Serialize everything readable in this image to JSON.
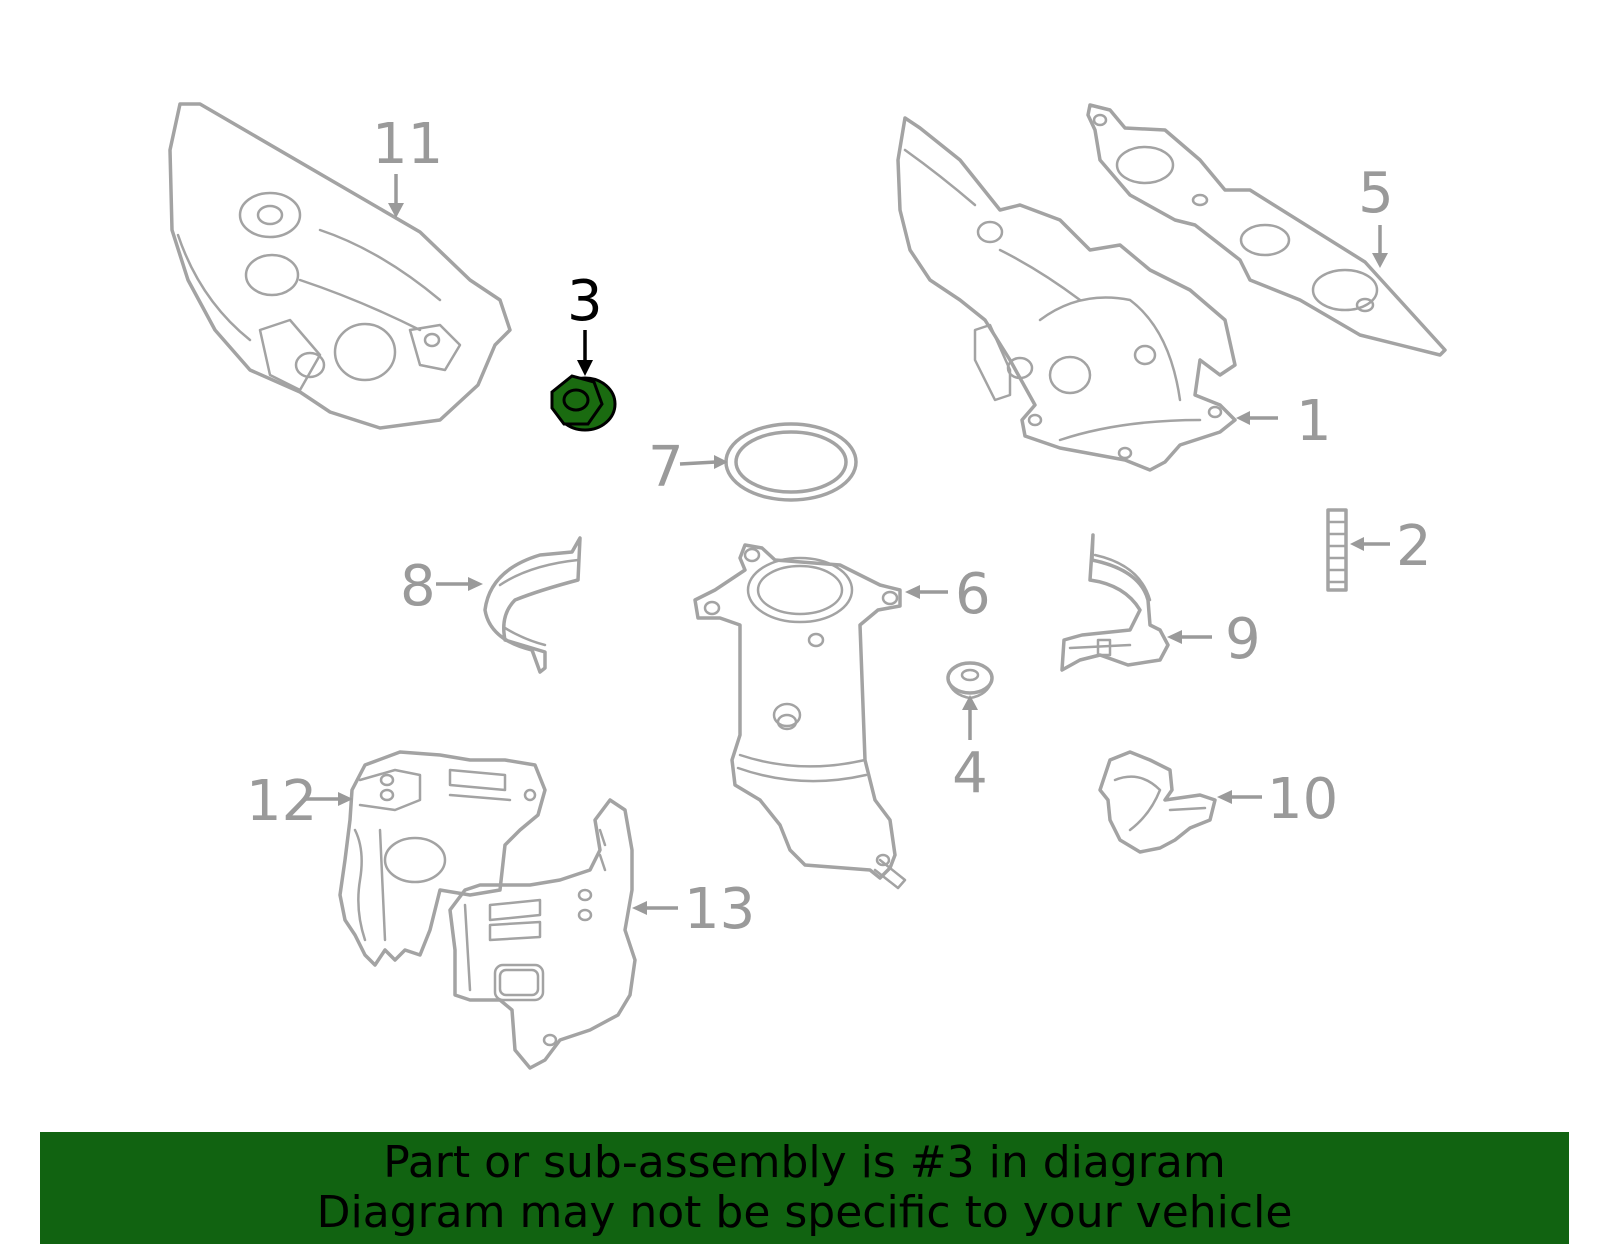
{
  "diagram": {
    "highlight_color": "#1a6b10",
    "banner_color": "#116311",
    "callouts": [
      {
        "id": "1",
        "label": "1"
      },
      {
        "id": "2",
        "label": "2"
      },
      {
        "id": "3",
        "label": "3",
        "highlighted": true
      },
      {
        "id": "4",
        "label": "4"
      },
      {
        "id": "5",
        "label": "5"
      },
      {
        "id": "6",
        "label": "6"
      },
      {
        "id": "7",
        "label": "7"
      },
      {
        "id": "8",
        "label": "8"
      },
      {
        "id": "9",
        "label": "9"
      },
      {
        "id": "10",
        "label": "10"
      },
      {
        "id": "11",
        "label": "11"
      },
      {
        "id": "12",
        "label": "12"
      },
      {
        "id": "13",
        "label": "13"
      }
    ]
  },
  "banner": {
    "line1": "Part or sub-assembly is #3 in diagram",
    "line2": "Diagram may not be specific to your vehicle"
  }
}
